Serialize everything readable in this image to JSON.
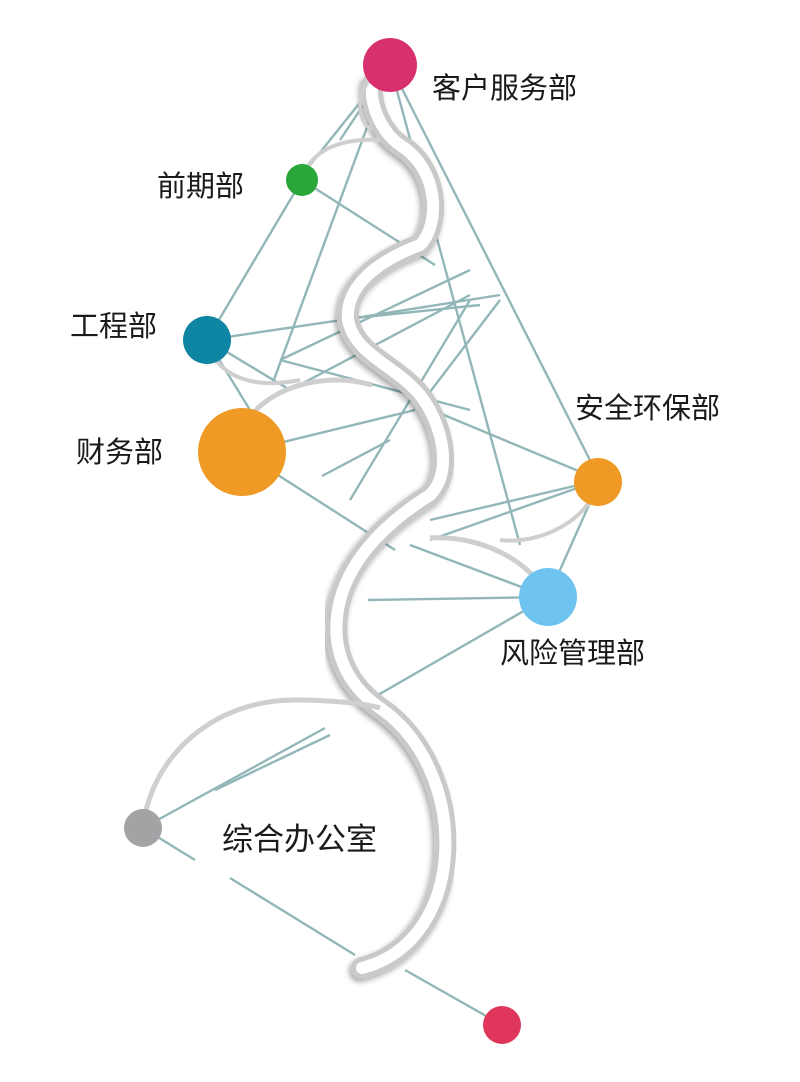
{
  "departments": [
    {
      "id": "customer-service",
      "label": "客户服务部",
      "color": "#d8306f"
    },
    {
      "id": "preliminary",
      "label": "前期部",
      "color": "#2aa63a"
    },
    {
      "id": "engineering",
      "label": "工程部",
      "color": "#0d85a3"
    },
    {
      "id": "finance",
      "label": "财务部",
      "color": "#ee9a24"
    },
    {
      "id": "safety-env",
      "label": "安全环保部",
      "color": "#ee9a24"
    },
    {
      "id": "risk-management",
      "label": "风险管理部",
      "color": "#6ec3ef"
    },
    {
      "id": "general-office",
      "label": "综合办公室",
      "color": "#a3a3a6"
    }
  ],
  "extra_node_color": "#e0365c",
  "line_color": "#93b7b8",
  "path_color": "#c9c9c9"
}
